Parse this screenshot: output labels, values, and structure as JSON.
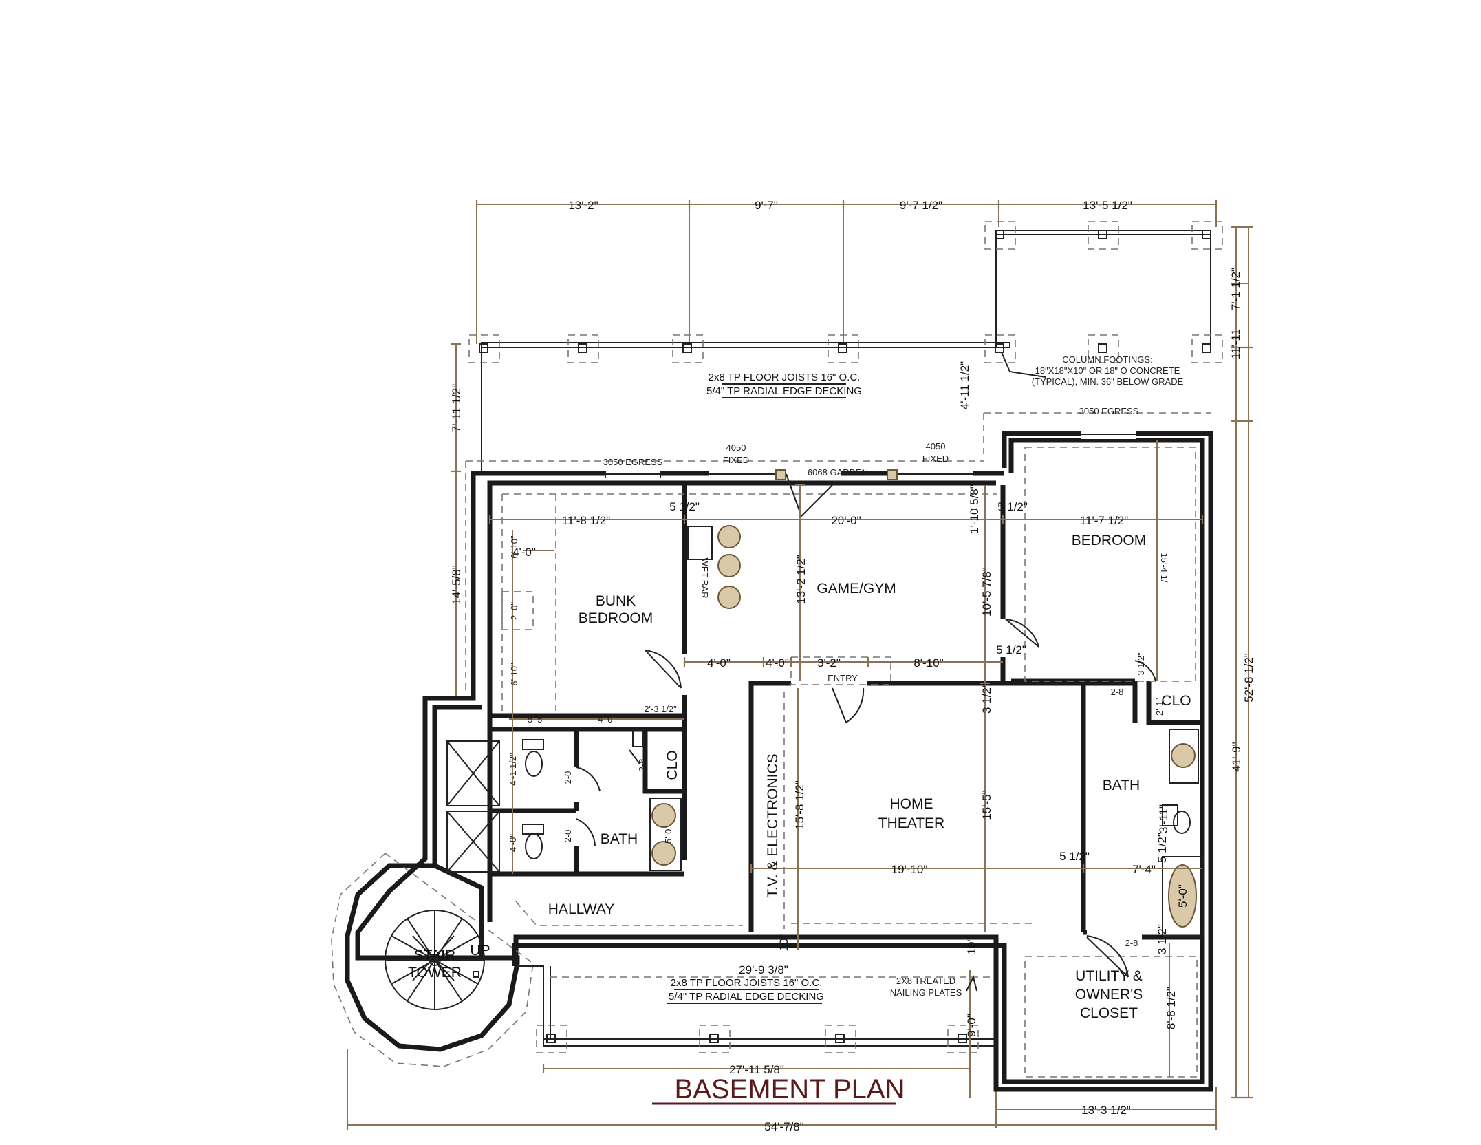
{
  "title": "BASEMENT PLAN",
  "rooms": {
    "bunk_bedroom": [
      "BUNK",
      "BEDROOM"
    ],
    "game_gym": "GAME/GYM",
    "bedroom": "BEDROOM",
    "home_theater": [
      "HOME",
      "THEATER"
    ],
    "bath_left": "BATH",
    "bath_right": "BATH",
    "hallway": "HALLWAY",
    "stair_tower": [
      "STAIR",
      "TOWER"
    ],
    "stair_up": "UP",
    "utility": [
      "UTILITY &",
      "OWNER'S",
      "CLOSET"
    ],
    "clo_left": "CLO",
    "clo_right": "CLO",
    "wet_bar": "WET BAR",
    "entry": "ENTRY",
    "tv_electronics": "T.V. & ELECTRONICS"
  },
  "notes": {
    "deck_top": [
      "2x8 TP FLOOR JOISTS 16\" O.C.",
      "5/4\" TP RADIAL EDGE DECKING"
    ],
    "deck_bottom": [
      "2x8 TP FLOOR JOISTS 16\" O.C.",
      "5/4\" TP RADIAL EDGE DECKING"
    ],
    "column_footings": [
      "COLUMN FOOTINGS:",
      "18\"X18\"X10\" OR 18\" O CONCRETE",
      "(TYPICAL), MIN. 36\" BELOW GRADE"
    ],
    "nailing_plates": [
      "2X8 TREATED",
      "NAILING PLATES"
    ],
    "egress_left": "3050 EGRESS",
    "egress_right": "3050 EGRESS",
    "fixed_1": [
      "4050",
      "FIXED"
    ],
    "fixed_2": [
      "4050",
      "FIXED"
    ],
    "garden": "6068 GARDEN"
  },
  "dims": {
    "top_1": "13'-2\"",
    "top_2": "9'-7\"",
    "top_3": "9'-7 1/2\"",
    "top_4": "13'-5 1/2\"",
    "left_deck": "7'-11 1/2\"",
    "deck_depth": "4'-11 1/2\"",
    "left_wall": "14'-5/8\"",
    "right_deck_a": "11'-11",
    "right_deck_b": "7'-1 1/2\"",
    "right_total": "52'-8 1/2\"",
    "right_inner": "41'-9\"",
    "bunk_w": "11'-8 1/2\"",
    "gap_1": "5 1/2\"",
    "game_w": "20'-0\"",
    "gap_2": "1'-10 5/8\"",
    "gap_3": "5 1/2\"",
    "bed_w": "11'-7 1/2\"",
    "game_h": "13'-2 1/2\"",
    "game_h2": "10'-5 7/8\"",
    "bed_h": "15'-4 1/",
    "bunk_4": "4'-0\"",
    "bunk_sm1": "6'-10\"",
    "bunk_sm2": "2'-0\"",
    "bunk_sm3": "6'-10\"",
    "row_1": "4'-0\"",
    "row_2": "4'-0\"",
    "row_3": "3'-2\"",
    "row_4": "8'-10\"",
    "row_5": "5 1/2\"",
    "hall_1": "5'-5\"",
    "hall_2": "4'-0\"",
    "hall_3": "2'-3 1/2\"",
    "ht_gap": "3 1/2\"",
    "ht_h": "15'-8 1/2\"",
    "ht_h2": "15'-5\"",
    "ht_w": "19'-10\"",
    "ht_gap2": "5 1/2\"",
    "rbath_w": "7'-4\"",
    "rbath_gap": "5 1/2\"",
    "tub": "5'-0\"",
    "vanity": "3'-11\"",
    "clo_r1": "3 1/2\"",
    "clo_r2": "2'-1\"",
    "door_28a": "2-8",
    "door_28b": "2-8",
    "door_28c": "2-8",
    "util_gap": "3 1/2\"",
    "util_h": "8'-8 1/2\"",
    "bath_20a": "2-0",
    "bath_20b": "2-0",
    "bath_41": "4'-1 1/2\"",
    "bath_40": "4'-0\"",
    "bath_50": "5'-0\"",
    "ten": "10\"",
    "ten2": "10\"",
    "porch_w": "29'-9 3/8\"",
    "porch_d": "9'-0\"",
    "porch_len": "27'-11 5/8\"",
    "bottom_right": "13'-3 1/2\"",
    "bottom_total": "54'-7/8\""
  }
}
